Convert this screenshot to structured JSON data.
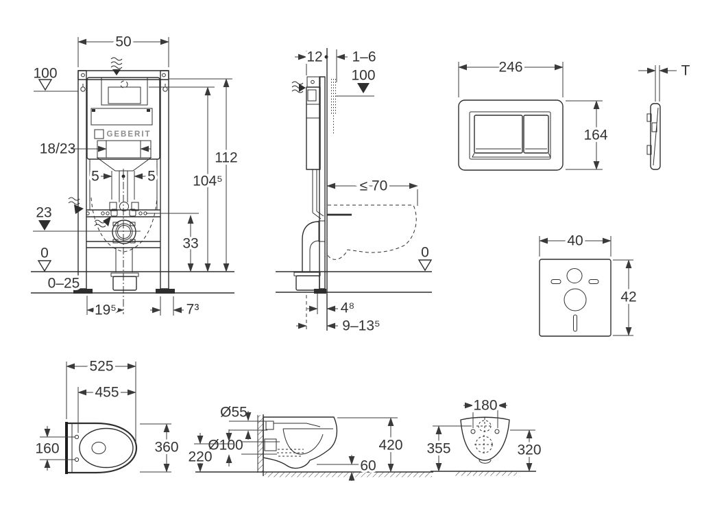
{
  "drawing": {
    "brand": "GEBERIT",
    "frame_front": {
      "w50": "50",
      "lvl100": "100",
      "d1823": "18/23",
      "d5l": "5",
      "d5r": "5",
      "lvl23": "23",
      "lvl0": "0",
      "r025": "0–25",
      "w195": "19⁵",
      "w73": "7³",
      "h112": "112",
      "h1045": "104⁵",
      "h33": "33"
    },
    "frame_side": {
      "d12": "12",
      "r16": "1–6",
      "lvl100": "100",
      "le70": "≤ 70",
      "lvl0": "0",
      "d48": "4⁸",
      "r9135": "9–13⁵"
    },
    "flush_plate": {
      "w246": "246",
      "h164": "164"
    },
    "plate_profile": {
      "t": "T"
    },
    "sound_pad": {
      "w40": "40",
      "h42": "42"
    },
    "wc_top": {
      "w525": "525",
      "w455": "455",
      "h160": "160",
      "h360": "360"
    },
    "wc_side": {
      "d55": "Ø55",
      "d100": "Ø100",
      "h220": "220",
      "h420": "420",
      "h60": "60"
    },
    "wc_back": {
      "w180": "180",
      "h355": "355",
      "h320": "320"
    }
  },
  "colors": {
    "line": "#2e2e2e",
    "dim": "#3a3a3a",
    "bg": "#ffffff",
    "brand": "#8c8c8c"
  }
}
